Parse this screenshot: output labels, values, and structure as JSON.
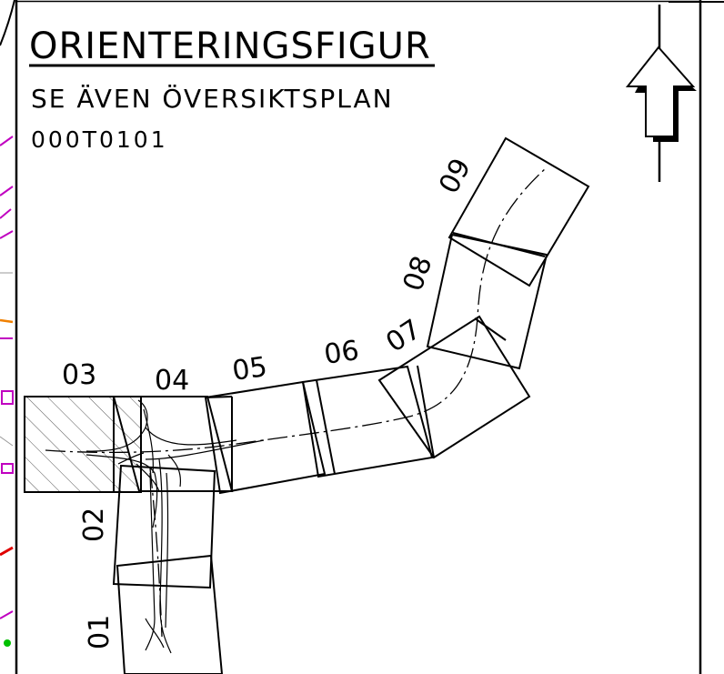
{
  "title": "ORIENTERINGSFIGUR",
  "subtitle": "SE ÄVEN ÖVERSIKTSPLAN",
  "reference": "000T0101",
  "sheets": [
    {
      "id": "sheet-01",
      "label": "01"
    },
    {
      "id": "sheet-02",
      "label": "02"
    },
    {
      "id": "sheet-03",
      "label": "03"
    },
    {
      "id": "sheet-04",
      "label": "04"
    },
    {
      "id": "sheet-05",
      "label": "05"
    },
    {
      "id": "sheet-06",
      "label": "06"
    },
    {
      "id": "sheet-07",
      "label": "07"
    },
    {
      "id": "sheet-08",
      "label": "08"
    },
    {
      "id": "sheet-09",
      "label": "09"
    }
  ],
  "north_arrow": {
    "icon": "north-arrow-icon"
  },
  "colors": {
    "line": "#000000",
    "background": "#ffffff",
    "hatch": "#555555"
  }
}
